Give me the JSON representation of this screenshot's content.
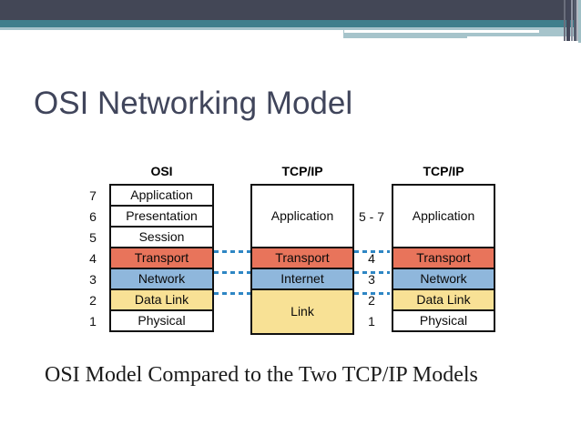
{
  "slide": {
    "title": "OSI Networking Model",
    "caption": "OSI Model Compared to the Two TCP/IP Models"
  },
  "diagram": {
    "osi": {
      "header": "OSI",
      "rows": [
        {
          "num": "7",
          "label": "Application"
        },
        {
          "num": "6",
          "label": "Presentation"
        },
        {
          "num": "5",
          "label": "Session"
        },
        {
          "num": "4",
          "label": "Transport"
        },
        {
          "num": "3",
          "label": "Network"
        },
        {
          "num": "2",
          "label": "Data Link"
        },
        {
          "num": "1",
          "label": "Physical"
        }
      ]
    },
    "tcpip4": {
      "header": "TCP/IP",
      "rows": [
        {
          "label": "Application"
        },
        {
          "label": "Transport"
        },
        {
          "label": "Internet"
        },
        {
          "label": "Link"
        }
      ]
    },
    "tcpip5": {
      "header": "TCP/IP",
      "rows": [
        {
          "num": "5 - 7",
          "label": "Application"
        },
        {
          "num": "4",
          "label": "Transport"
        },
        {
          "num": "3",
          "label": "Network"
        },
        {
          "num": "2",
          "label": "Data Link"
        },
        {
          "num": "1",
          "label": "Physical"
        }
      ]
    },
    "colors": {
      "transport_orange": "#E8745B",
      "network_blue": "#8FB7DC",
      "datalink_yellow": "#F8E195",
      "dashed_line": "#2E86C4",
      "box_border": "#111111"
    }
  },
  "theme": {
    "bar_dark": "#434756",
    "bar_teal": "#3F7F8C",
    "bar_light_teal": "#A6C4CB",
    "title_color": "#40455B"
  }
}
